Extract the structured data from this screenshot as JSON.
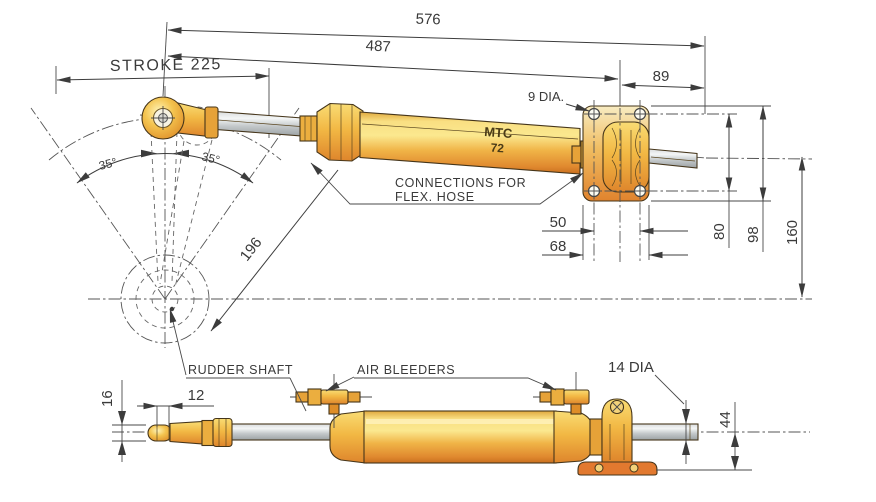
{
  "colors": {
    "gold_light": "#FBE488",
    "gold": "#F2BC47",
    "gold_dark": "#E08A2F",
    "orange": "#D9731F",
    "chrome": "#C9CDCE",
    "line": "#3C3C3C",
    "background": "#FFFFFF"
  },
  "product": {
    "name": "MTC",
    "size": "72"
  },
  "top_view": {
    "dim_overall": "576",
    "dim_body": "487",
    "dim_end": "89",
    "stroke_label": "STROKE 225",
    "angle_left": "35°",
    "angle_right": "35°",
    "dim_tiller": "196",
    "hole_dia_label": "9 DIA.",
    "connections_line1": "CONNECTIONS FOR",
    "connections_line2": "FLEX. HOSE",
    "dim_hole_spacing_h": "50",
    "dim_flange_width": "68",
    "dim_hole_spacing_v": "80",
    "dim_flange_height": "98",
    "dim_axis_height": "160"
  },
  "side_view": {
    "rudder_shaft_label": "RUDDER SHAFT",
    "air_bleeders_label": "AIR BLEEDERS",
    "rod_dia_label": "14 DIA",
    "dim_pin_width": "12",
    "dim_eye_thickness": "16",
    "dim_foot_height": "44"
  }
}
